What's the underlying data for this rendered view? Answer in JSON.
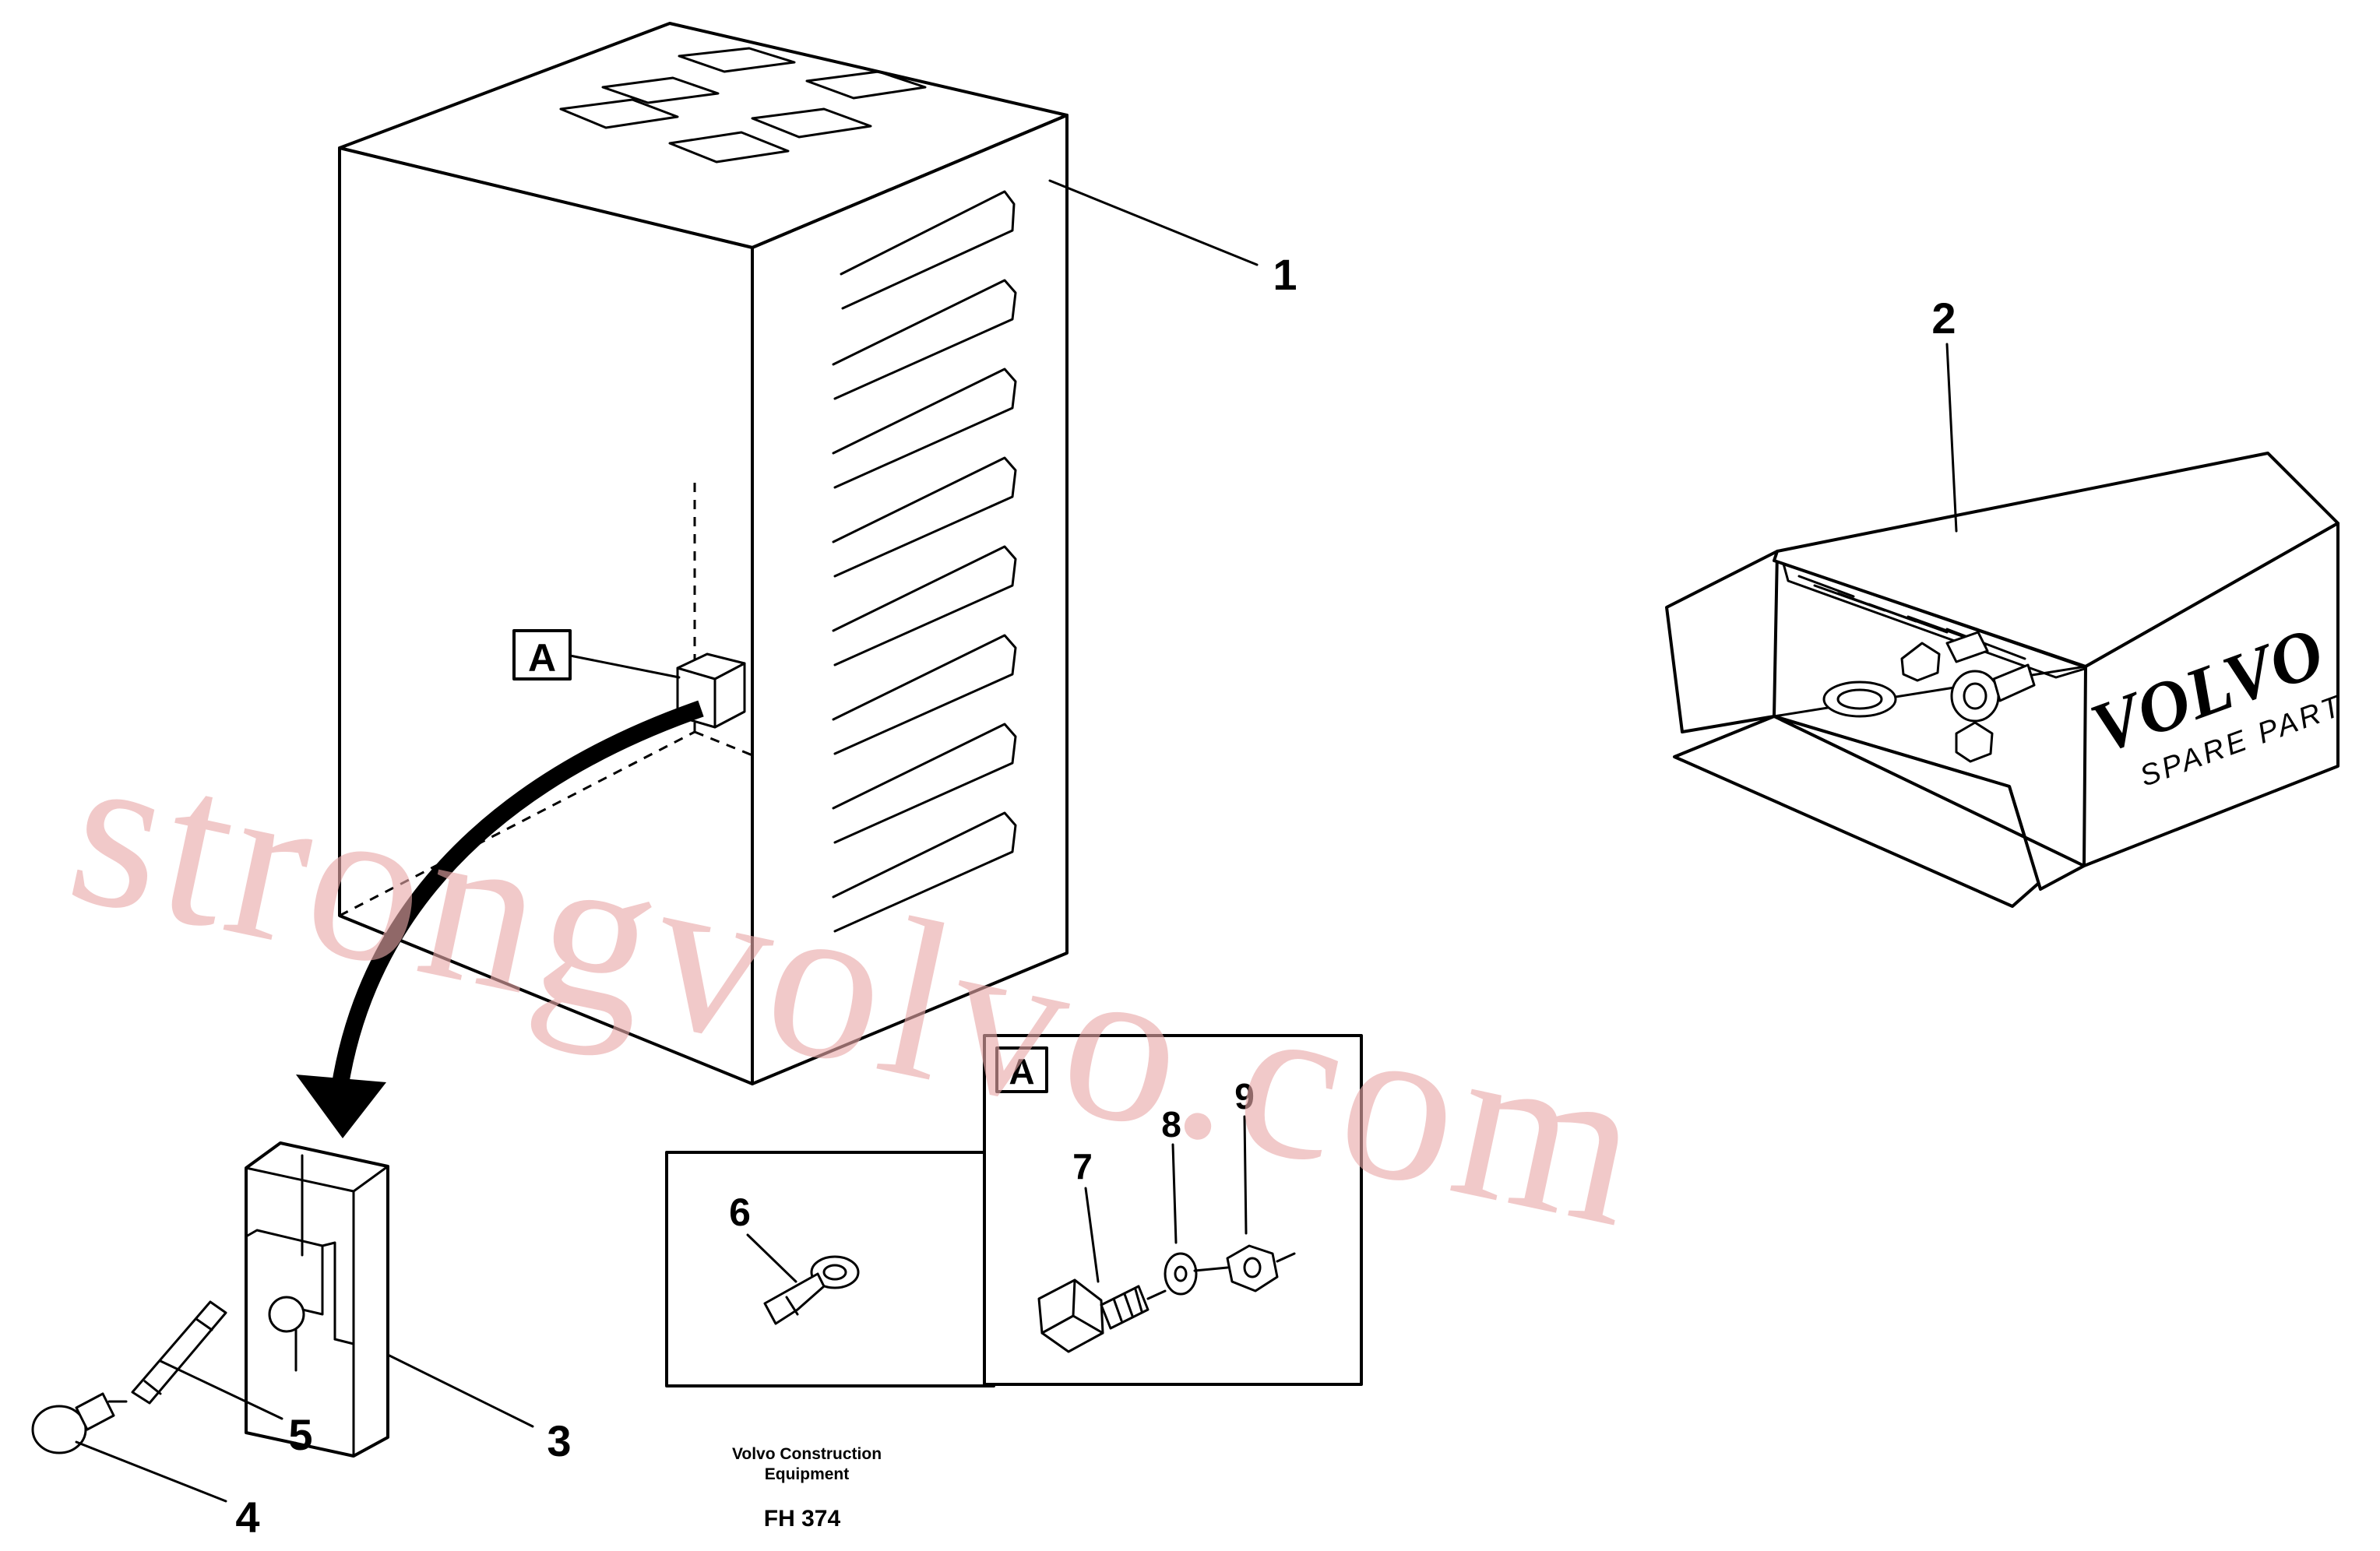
{
  "callouts": {
    "c1": "1",
    "c2": "2",
    "c3": "3",
    "c4": "4",
    "c5": "5",
    "c6": "6",
    "c7": "7",
    "c8": "8",
    "c9": "9"
  },
  "detail_tag": "A",
  "detail_box_tag": "A",
  "box_brand": "VOLVO",
  "box_subtitle": "SPARE PART",
  "watermark": "strongvolvo.com",
  "footer": {
    "company_line1": "Volvo Construction",
    "company_line2": "Equipment",
    "figure_code": "FH 374"
  }
}
